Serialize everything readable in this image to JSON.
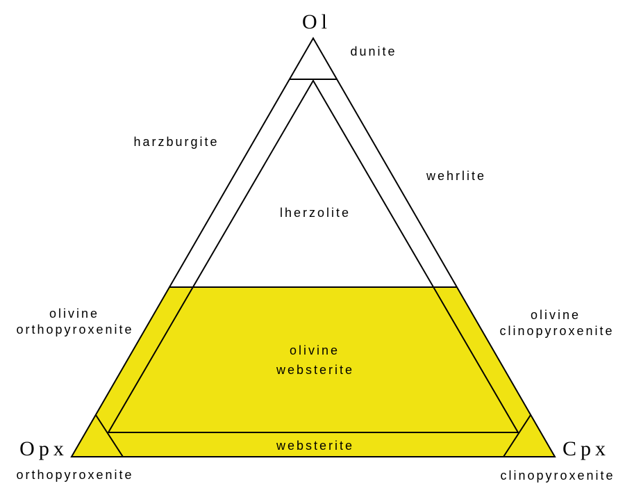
{
  "figure": {
    "name": "ultramafic-rock-ternary-classification-diagram",
    "background": "#FFFFFF"
  },
  "colors": {
    "pyroxenite_highlight": "#F0E312",
    "line": "#000000",
    "text": "#000000"
  },
  "apex_labels": {
    "top": "Ol",
    "bottom_left": "Opx",
    "bottom_right": "Cpx"
  },
  "field_labels": {
    "dunite": "dunite",
    "harzburgite": "harzburgite",
    "wehrlite": "wehrlite",
    "lherzolite": "lherzolite",
    "olivine_orthopyroxenite": {
      "line1": "olivine",
      "line2": "orthopyroxenite"
    },
    "olivine_clinopyroxenite": {
      "line1": "olivine",
      "line2": "clinopyroxenite"
    },
    "olivine_websterite": {
      "line1": "olivine",
      "line2": "websterite"
    },
    "websterite": "websterite",
    "orthopyroxenite": "orthopyroxenite",
    "clinopyroxenite": "clinopyroxenite"
  }
}
